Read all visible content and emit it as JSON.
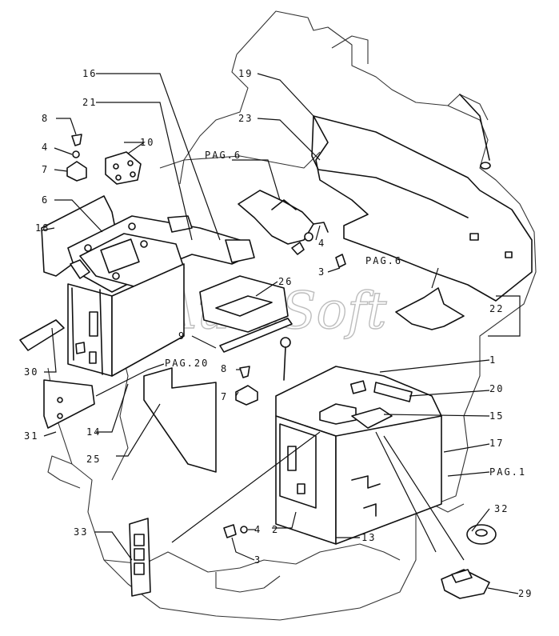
{
  "watermark": "AutoSoft",
  "labels": {
    "l1": "1",
    "l2": "2",
    "l3a": "3",
    "l3b": "3",
    "l4a": "4",
    "l4b": "4",
    "l4c": "4",
    "l6": "6",
    "l7a": "7",
    "l7b": "7",
    "l8a": "8",
    "l8b": "8",
    "l9": "9",
    "l10": "10",
    "l13": "13",
    "l14": "14",
    "l15": "15",
    "l16": "16",
    "l17": "17",
    "l18": "18",
    "l19": "19",
    "l20a": "20",
    "l21": "21",
    "l22": "22",
    "l23": "23",
    "l25": "25",
    "l26": "26",
    "l29": "29",
    "l30": "30",
    "l31": "31",
    "l32": "32",
    "l33": "33",
    "pag6a": "PAG.6",
    "pag6b": "PAG.6",
    "pag20": "PAG.20",
    "pag1": "PAG.1"
  }
}
